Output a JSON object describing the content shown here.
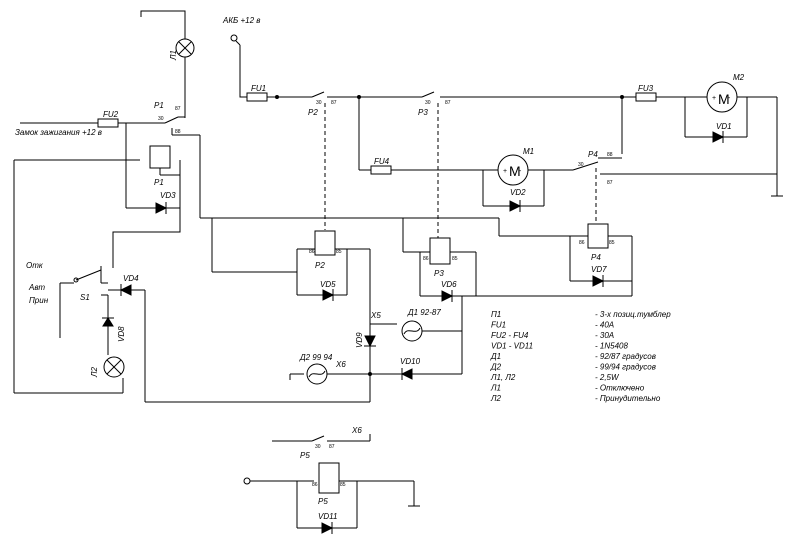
{
  "labels": {
    "akb": "АКБ +12 в",
    "ignition": "Замок зажигания +12 в",
    "l1": "Л1",
    "l2": "Л2",
    "p1": "Р1",
    "p1coil": "Р1",
    "p2": "Р2",
    "p2coil": "Р2",
    "p3": "Р3",
    "p3coil": "Р3",
    "p4": "Р4",
    "p4coil": "Р4",
    "p5": "Р5",
    "p5coil": "Р5",
    "fu1": "FU1",
    "fu2": "FU2",
    "fu3": "FU3",
    "fu4": "FU4",
    "m1": "М1",
    "m2": "М2",
    "vd1": "VD1",
    "vd2": "VD2",
    "vd3": "VD3",
    "vd4": "VD4",
    "vd5": "VD5",
    "vd6": "VD6",
    "vd7": "VD7",
    "vd8": "VD8",
    "vd9": "VD9",
    "vd10": "VD10",
    "vd11": "VD11",
    "s1": "S1",
    "otk": "Отк",
    "avt": "Авт",
    "prin": "Прин",
    "x5": "X5",
    "x6": "X6",
    "x6b": "X6",
    "d1": "Д1 92-87",
    "d2": "Д2 99 94"
  },
  "pins": {
    "c30": "30",
    "c87": "87",
    "c88": "88",
    "c86": "86",
    "c85": "85"
  },
  "legend": [
    {
      "name": "П1",
      "desc": "- 3-х позиц.тумблер"
    },
    {
      "name": "FU1",
      "desc": "- 40А"
    },
    {
      "name": "FU2 - FU4",
      "desc": "- 30А"
    },
    {
      "name": "VD1 - VD11",
      "desc": "- 1N5408"
    },
    {
      "name": "Д1",
      "desc": "- 92/87 градусов"
    },
    {
      "name": "Д2",
      "desc": "- 99/94 градусов"
    },
    {
      "name": "Л1, Л2",
      "desc": "- 2,5W"
    },
    {
      "name": "Л1",
      "desc": "- Отключено"
    },
    {
      "name": "Л2",
      "desc": "- Принудительно"
    }
  ]
}
